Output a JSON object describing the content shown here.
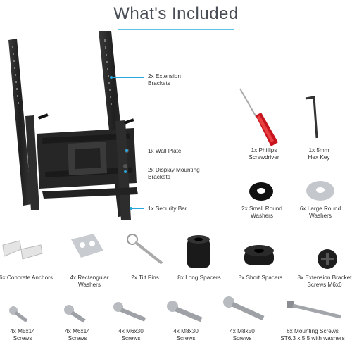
{
  "title": "What's Included",
  "mount_callouts": [
    {
      "lines": [
        "2x Extension",
        "Brackets"
      ]
    },
    {
      "lines": [
        "1x Wall Plate"
      ]
    },
    {
      "lines": [
        "2x Display Mounting",
        "Brackets"
      ]
    },
    {
      "lines": [
        "1x Security Bar"
      ]
    }
  ],
  "tools": [
    {
      "lines": [
        "1x Phillips",
        "Screwdriver"
      ],
      "icon": "screwdriver-icon"
    },
    {
      "lines": [
        "1x 5mm",
        "Hex Key"
      ],
      "icon": "hex-key-icon"
    },
    {
      "lines": [
        "2x Small Round",
        "Washers"
      ],
      "icon": "small-washer-icon"
    },
    {
      "lines": [
        "6x Large Round",
        "Washers"
      ],
      "icon": "large-washer-icon"
    }
  ],
  "row2": [
    {
      "lines": [
        "6x Concrete Anchors"
      ],
      "icon": "concrete-anchor-icon"
    },
    {
      "lines": [
        "4x Rectangular",
        "Washers"
      ],
      "icon": "rectangular-washer-icon"
    },
    {
      "lines": [
        "2x Tilt Pins"
      ],
      "icon": "tilt-pin-icon"
    },
    {
      "lines": [
        "8x Long Spacers"
      ],
      "icon": "long-spacer-icon"
    },
    {
      "lines": [
        "8x Short Spacers"
      ],
      "icon": "short-spacer-icon"
    },
    {
      "lines": [
        "8x Extension Bracket",
        "Screws M6x6"
      ],
      "icon": "bracket-screw-icon"
    }
  ],
  "row3": [
    {
      "lines": [
        "4x M5x14",
        "Screws"
      ],
      "icon": "screw-m5x14-icon"
    },
    {
      "lines": [
        "4x M6x14",
        "Screws"
      ],
      "icon": "screw-m6x14-icon"
    },
    {
      "lines": [
        "4x M6x30",
        "Screws"
      ],
      "icon": "screw-m6x30-icon"
    },
    {
      "lines": [
        "4x M8x30",
        "Screws"
      ],
      "icon": "screw-m8x30-icon"
    },
    {
      "lines": [
        "4x M8x50",
        "Screws"
      ],
      "icon": "screw-m8x50-icon"
    },
    {
      "lines": [
        "6x Mounting Screws",
        "ST6.3 x 5.5 with washers"
      ],
      "icon": "mounting-screw-icon"
    }
  ],
  "colors": {
    "accent": "#29a7dc",
    "metal_black": "#2b2b2b",
    "title": "#4a4f57"
  }
}
